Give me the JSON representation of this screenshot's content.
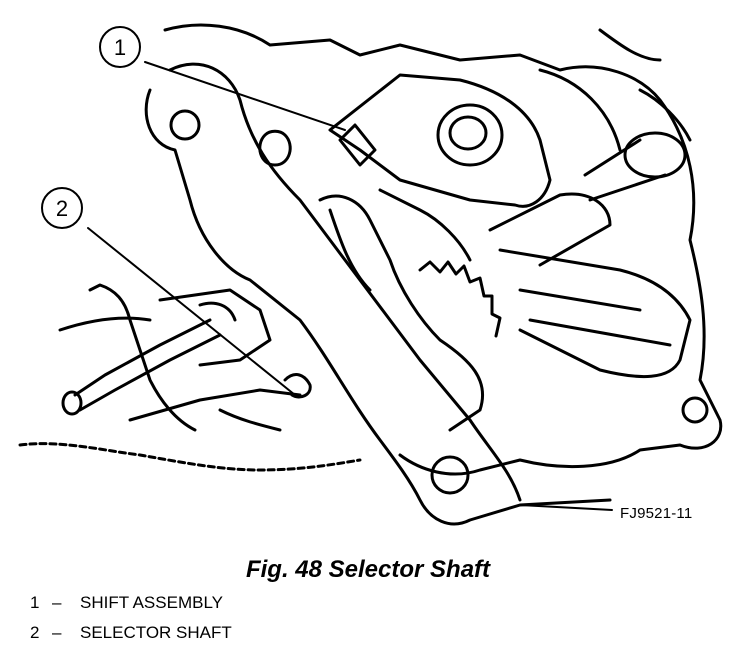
{
  "callouts": [
    {
      "number": "1",
      "target": "SHIFT ASSEMBLY"
    },
    {
      "number": "2",
      "target": "SELECTOR SHAFT"
    }
  ],
  "part_code": "FJ9521-11",
  "caption": "Fig. 48 Selector Shaft",
  "legend": [
    {
      "number": "1",
      "separator": "–",
      "label": "SHIFT ASSEMBLY"
    },
    {
      "number": "2",
      "separator": "–",
      "label": "SELECTOR SHAFT"
    }
  ]
}
